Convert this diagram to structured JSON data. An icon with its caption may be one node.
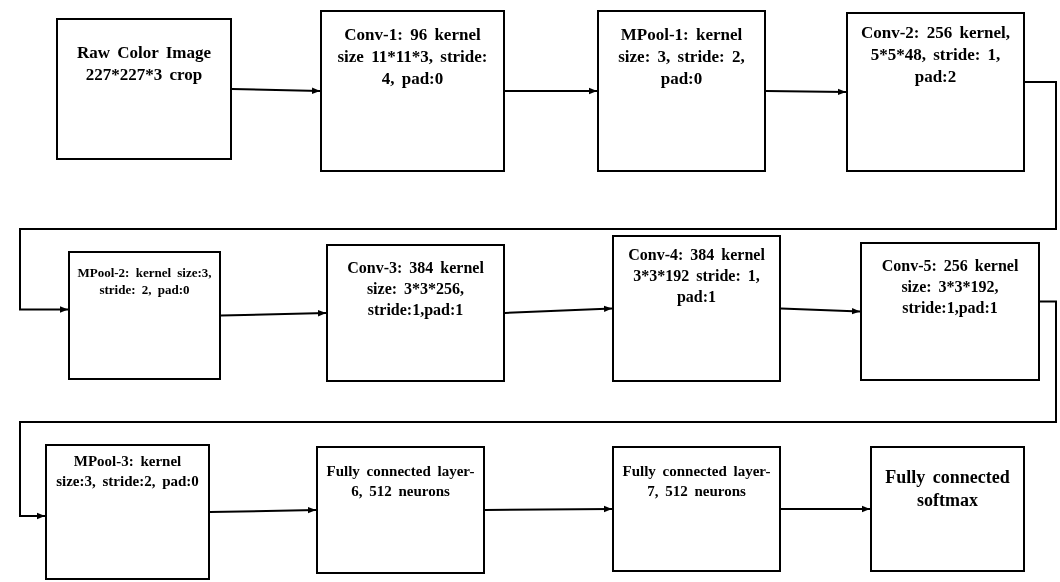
{
  "diagram": {
    "nodes": [
      {
        "text": [
          "Raw Color Image 227*227*3 crop"
        ]
      },
      {
        "text": [
          "Conv-1: 96 kernel size 11*11*3, stride: 4, pad:0"
        ]
      },
      {
        "text": [
          "MPool-1: kernel size: 3, stride: 2, pad:0"
        ]
      },
      {
        "text": [
          "Conv-2: 256 kernel, 5*5*48, stride: 1, pad:2"
        ]
      },
      {
        "text": [
          "MPool-2: kernel size:3, stride: 2, pad:0"
        ]
      },
      {
        "text": [
          "Conv-3: 384 kernel size: 3*3*256, stride:1,pad:1"
        ]
      },
      {
        "text": [
          "Conv-4: 384 kernel 3*3*192 stride: 1, pad:1"
        ]
      },
      {
        "text": [
          "Conv-5: 256 kernel size: 3*3*192, stride:1,pad:1"
        ]
      },
      {
        "text": [
          "MPool-3: kernel size:3, stride:2, pad:0"
        ]
      },
      {
        "text": [
          "Fully connected layer-6, 512 neurons"
        ]
      },
      {
        "text": [
          "Fully connected layer-7, 512 neurons"
        ]
      },
      {
        "text": [
          "Fully connected softmax"
        ]
      }
    ],
    "edges": [
      {
        "from": 0,
        "to": 1,
        "arrow": "to"
      },
      {
        "from": 1,
        "to": 2,
        "arrow": "to"
      },
      {
        "from": 2,
        "to": 3,
        "arrow": "to"
      },
      {
        "from": 3,
        "to": 4,
        "arrow": "to"
      },
      {
        "from": 4,
        "to": 5,
        "arrow": "to"
      },
      {
        "from": 5,
        "to": 6,
        "arrow": "to"
      },
      {
        "from": 6,
        "to": 7,
        "arrow": "to"
      },
      {
        "from": 7,
        "to": 8,
        "arrow": "to"
      },
      {
        "from": 8,
        "to": 9,
        "arrow": "to"
      },
      {
        "from": 9,
        "to": 10,
        "arrow": "to"
      },
      {
        "from": 10,
        "to": 11,
        "arrow": "to"
      }
    ]
  }
}
